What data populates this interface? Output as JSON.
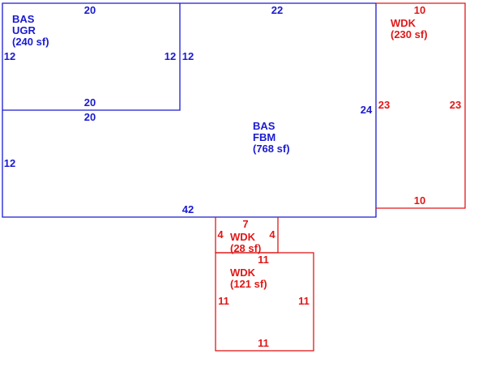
{
  "colors": {
    "main_area": "#1a1ad0",
    "deck_area": "#e01818"
  },
  "areas": {
    "ugr": {
      "line1": "BAS",
      "line2": "UGR",
      "area": "(240 sf)"
    },
    "fbm": {
      "line1": "BAS",
      "line2": "FBM",
      "area": "(768 sf)"
    },
    "wdk_right": {
      "line1": "WDK",
      "area": "(230 sf)"
    },
    "wdk_small": {
      "line1": "WDK",
      "area": "(28 sf)"
    },
    "wdk_bottom": {
      "line1": "WDK",
      "area": "(121 sf)"
    }
  },
  "dimensions": {
    "ugr_top": "20",
    "ugr_left": "12",
    "ugr_right": "12",
    "ugr_bottom": "20",
    "fbm_top": "22",
    "fbm_inner_left": "12",
    "fbm_inner_top": "20",
    "fbm_left": "12",
    "fbm_right": "24",
    "fbm_bottom": "42",
    "wdk_right_top": "10",
    "wdk_right_left": "23",
    "wdk_right_right": "23",
    "wdk_right_bottom": "10",
    "wdk_small_top": "7",
    "wdk_small_left": "4",
    "wdk_small_right": "4",
    "wdk_bottom_top": "11",
    "wdk_bottom_left": "11",
    "wdk_bottom_right": "11",
    "wdk_bottom_bottom": "11"
  }
}
